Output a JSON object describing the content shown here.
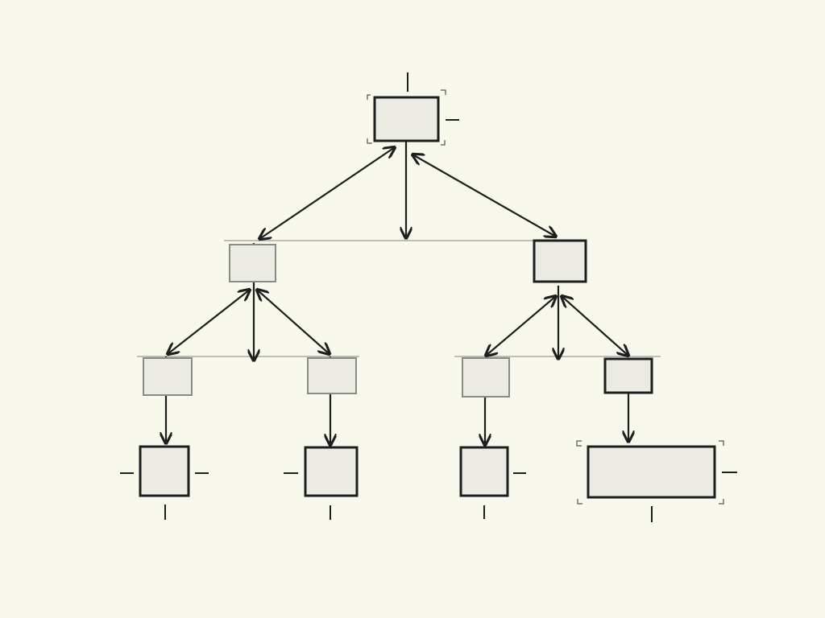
{
  "diagram": {
    "kind": "tree",
    "nodes": [
      {
        "id": "root",
        "level": 0,
        "style": "strong",
        "selected": true
      },
      {
        "id": "a",
        "level": 1,
        "parent": "root",
        "style": "faint"
      },
      {
        "id": "b",
        "level": 1,
        "parent": "root",
        "style": "strong"
      },
      {
        "id": "a1",
        "level": 2,
        "parent": "a",
        "style": "faint"
      },
      {
        "id": "a2",
        "level": 2,
        "parent": "a",
        "style": "faint"
      },
      {
        "id": "b1",
        "level": 2,
        "parent": "b",
        "style": "faint"
      },
      {
        "id": "b2",
        "level": 2,
        "parent": "b",
        "style": "strong"
      },
      {
        "id": "a1x",
        "level": 3,
        "parent": "a1",
        "style": "strong"
      },
      {
        "id": "a2x",
        "level": 3,
        "parent": "a2",
        "style": "strong"
      },
      {
        "id": "b1x",
        "level": 3,
        "parent": "b1",
        "style": "strong"
      },
      {
        "id": "b2x",
        "level": 3,
        "parent": "b2",
        "style": "strong",
        "selected": true
      }
    ],
    "edges": [
      {
        "from": "root",
        "to": "a",
        "bidirectional": true
      },
      {
        "from": "root",
        "to": "b",
        "bidirectional": true
      },
      {
        "from": "root",
        "to": "root-rail",
        "bidirectional": false
      },
      {
        "from": "a",
        "to": "a1",
        "bidirectional": true
      },
      {
        "from": "a",
        "to": "a2",
        "bidirectional": true
      },
      {
        "from": "a",
        "to": "a-rail",
        "bidirectional": false
      },
      {
        "from": "b",
        "to": "b1",
        "bidirectional": true
      },
      {
        "from": "b",
        "to": "b2",
        "bidirectional": true
      },
      {
        "from": "b",
        "to": "b-rail",
        "bidirectional": false
      },
      {
        "from": "a1",
        "to": "a1x",
        "bidirectional": false
      },
      {
        "from": "a2",
        "to": "a2x",
        "bidirectional": false
      },
      {
        "from": "b1",
        "to": "b1x",
        "bidirectional": false
      },
      {
        "from": "b2",
        "to": "b2x",
        "bidirectional": false
      }
    ],
    "colors": {
      "background": "#f8f8ec",
      "stroke": "#1e1e1e",
      "faint_stroke": "#8a8a86",
      "box_fill": "#ebebe4"
    }
  }
}
